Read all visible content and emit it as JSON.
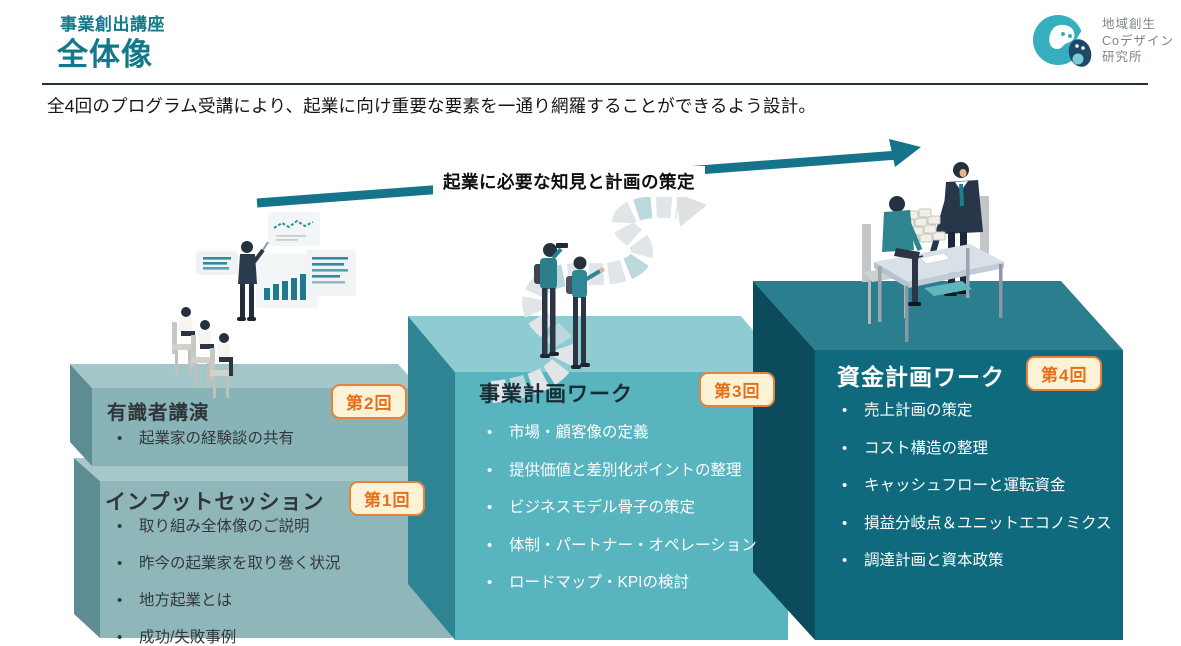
{
  "header": {
    "course_label": "事業創出講座",
    "page_title": "全体像",
    "lead": "全4回のプログラム受講により、起業に向け重要な要素を一通り網羅することができるよう設計。"
  },
  "logo": {
    "mark_icon": "co-design-lab-logo",
    "lines": [
      "地域創生",
      "Coデザイン",
      "研究所"
    ]
  },
  "arrow": {
    "label": "起業に必要な知見と計画の策定"
  },
  "steps": [
    {
      "title": "インプットセッション",
      "badge": "第1回",
      "bullets": [
        "取り組み全体像のご説明",
        "昨今の起業家を取り巻く状況",
        "地方起業とは",
        "成功/失敗事例"
      ]
    },
    {
      "title": "有識者講演",
      "badge": "第2回",
      "bullets": [
        "起業家の経験談の共有"
      ]
    },
    {
      "title": "事業計画ワーク",
      "badge": "第3回",
      "bullets": [
        "市場・顧客像の定義",
        "提供価値と差別化ポイントの整理",
        "ビジネスモデル骨子の策定",
        "体制・パートナー・オペレーション",
        "ロードマップ・KPIの検討"
      ]
    },
    {
      "title": "資金計画ワーク",
      "badge": "第4回",
      "bullets": [
        "売上計画の策定",
        "コスト構造の整理",
        "キャッシュフローと運転資金",
        "損益分岐点＆ユニットエコノミクス",
        "調達計画と資本政策"
      ]
    }
  ],
  "colors": {
    "accent_teal": "#14788C",
    "arrow_teal": "#16748A",
    "badge_border": "#E8823B",
    "badge_bg": "#FCF3D6",
    "badge_text": "#E5701B",
    "box1_front": "#8FB7BA",
    "box2_front": "#88B3B7",
    "box3_front": "#58B4BE",
    "box4_front": "#0F6A7D"
  }
}
